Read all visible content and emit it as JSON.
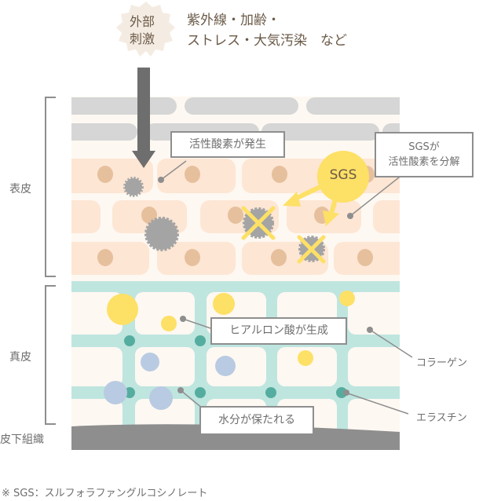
{
  "stimulus": {
    "badge_line1": "外部",
    "badge_line2": "刺激",
    "line1": "紫外線・加齢・",
    "line2": "ストレス・大気汚染　など"
  },
  "layers": {
    "epidermis": "表皮",
    "dermis": "真皮",
    "subcutaneous": "皮下組織"
  },
  "callouts": {
    "ros": "活性酸素が発生",
    "sgs_line1": "SGSが",
    "sgs_line2": "活性酸素を分解",
    "sgs_circle": "SGS",
    "hyaluronic": "ヒアルロン酸が生成",
    "collagen": "コラーゲン",
    "elastin": "エラスチン",
    "water": "水分が保たれる"
  },
  "footnote": "※ SGS：スルフォラファングルコシノレート",
  "colors": {
    "sgs_yellow": "#fde066",
    "teal": "#bfe5df",
    "teal_dark": "#55ad9f",
    "cell": "#fde6d4",
    "nucleus": "#e6c09d",
    "gray": "#8e8e8e"
  }
}
